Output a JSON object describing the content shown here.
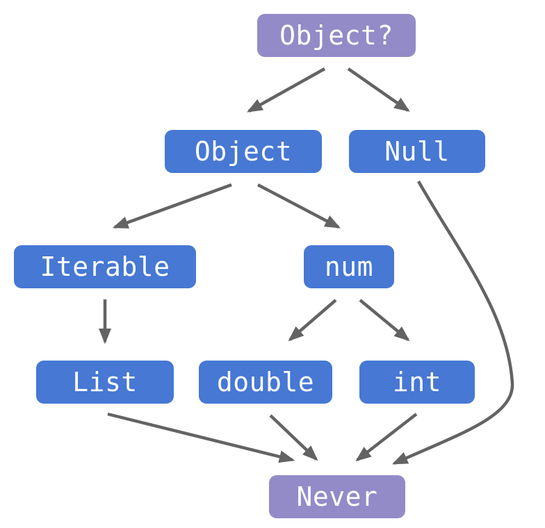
{
  "diagram": {
    "kind": "type-hierarchy",
    "nodes": [
      {
        "id": "object-nullable",
        "label": "Object?",
        "variant": "purple"
      },
      {
        "id": "object",
        "label": "Object",
        "variant": "blue"
      },
      {
        "id": "null",
        "label": "Null",
        "variant": "blue"
      },
      {
        "id": "iterable",
        "label": "Iterable",
        "variant": "blue"
      },
      {
        "id": "num",
        "label": "num",
        "variant": "blue"
      },
      {
        "id": "list",
        "label": "List",
        "variant": "blue"
      },
      {
        "id": "double",
        "label": "double",
        "variant": "blue"
      },
      {
        "id": "int",
        "label": "int",
        "variant": "blue"
      },
      {
        "id": "never",
        "label": "Never",
        "variant": "purple"
      }
    ],
    "edges": [
      {
        "from": "Object?",
        "to": "Object"
      },
      {
        "from": "Object?",
        "to": "Null"
      },
      {
        "from": "Object",
        "to": "Iterable"
      },
      {
        "from": "Object",
        "to": "num"
      },
      {
        "from": "Iterable",
        "to": "List"
      },
      {
        "from": "num",
        "to": "double"
      },
      {
        "from": "num",
        "to": "int"
      },
      {
        "from": "List",
        "to": "Never"
      },
      {
        "from": "double",
        "to": "Never"
      },
      {
        "from": "int",
        "to": "Never"
      },
      {
        "from": "Null",
        "to": "Never"
      }
    ],
    "colors": {
      "node_blue": "#4678d4",
      "node_purple": "#938bc7",
      "arrow": "#636363",
      "node_text": "#ffffff",
      "background": "#ffffff"
    }
  }
}
